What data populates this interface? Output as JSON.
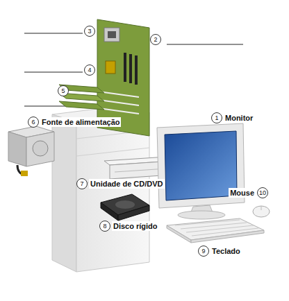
{
  "diagram": {
    "nodes": [
      {
        "text": [
          "3"
        ]
      },
      {
        "text": [
          "2"
        ]
      },
      {
        "text": [
          "4"
        ]
      },
      {
        "text": [
          "5"
        ]
      },
      {
        "text": [
          "1",
          "Monitor"
        ]
      },
      {
        "text": [
          "6",
          "Fonte de alimentação"
        ]
      },
      {
        "text": [
          "7",
          "Unidade de CD/DVD"
        ]
      },
      {
        "text": [
          "Mouse",
          "10"
        ]
      },
      {
        "text": [
          "8",
          "Disco rígido"
        ]
      },
      {
        "text": [
          "9",
          "Teclado"
        ]
      }
    ]
  }
}
